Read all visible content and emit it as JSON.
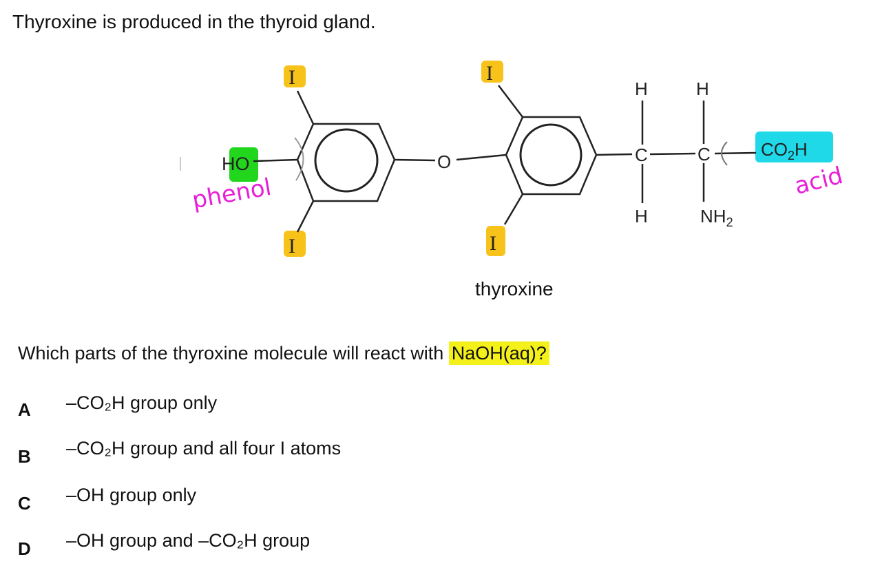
{
  "intro": "Thyroxine is produced in the thyroid gland.",
  "molecule": {
    "name": "thyroxine",
    "atoms": {
      "iodine": "I",
      "hydroxyl": "HO",
      "oxygen": "O",
      "carbon": "C",
      "hydrogen": "H",
      "amine": "NH",
      "amine_sub": "2",
      "carboxyl": "CO",
      "carboxyl_sub": "2",
      "carboxyl_h": "H"
    }
  },
  "annotations": {
    "phenol": "phenol",
    "acid": "acid"
  },
  "question": {
    "prefix": "Which parts of the thyroxine molecule will react with ",
    "highlight": "NaOH(aq)?"
  },
  "options": [
    {
      "letter": "A",
      "text": "–CO₂H group only"
    },
    {
      "letter": "B",
      "text": "–CO₂H group and all four I atoms"
    },
    {
      "letter": "C",
      "text": "–OH group only"
    },
    {
      "letter": "D",
      "text": "–OH group and –CO₂H group"
    }
  ],
  "colors": {
    "iodine_highlight": "#f7c21a",
    "hydroxyl_highlight": "#22d61e",
    "carboxyl_highlight": "#1fd9e8",
    "reagent_highlight": "#f4f01a",
    "handwriting": "#e81fd7"
  }
}
